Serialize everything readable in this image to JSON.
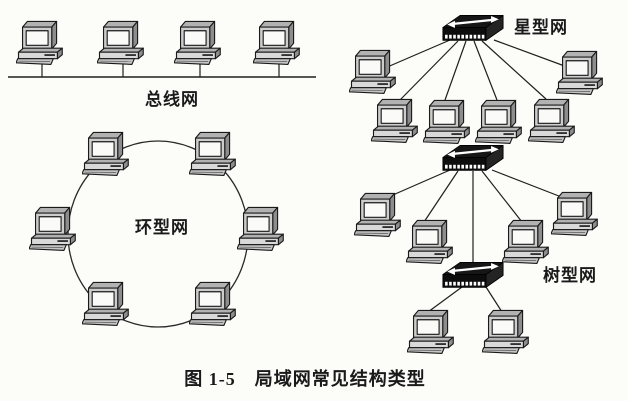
{
  "figure": {
    "caption": "图 1-5　局域网常见结构类型",
    "networks": {
      "bus": {
        "label": "总线网",
        "computers": 4
      },
      "ring": {
        "label": "环型网",
        "computers": 6
      },
      "star": {
        "label": "星型网",
        "computers": 6,
        "switches": 1
      },
      "tree": {
        "label": "树型网",
        "computers": 6,
        "switches": 2
      }
    },
    "colors": {
      "background": "#fcfcf9",
      "ink": "#1a1a1a",
      "switch_body": "#111111",
      "computer_body": "#cdcdcd",
      "screen": "#fafaf8"
    }
  }
}
